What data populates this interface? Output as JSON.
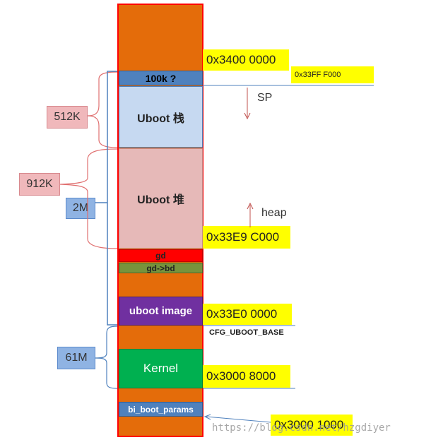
{
  "blocks": {
    "top_label": "100k ?",
    "stack_label": "Uboot 栈",
    "heap_label": "Uboot 堆",
    "gd_label": "gd",
    "gd_bd_label": "gd->bd",
    "uboot_image_label": "uboot image",
    "kernel_label": "Kernel",
    "bi_boot_params_label": "bi_boot_params"
  },
  "addresses": {
    "top": "0x3400 0000",
    "sub_top": "0x33FF F000",
    "heap_top": "0x33E9 C000",
    "uboot_base": "0x33E0 0000",
    "kernel": "0x3000 8000",
    "params": "0x3000 1000"
  },
  "annotations": {
    "sp": "SP",
    "heap": "heap",
    "cfg": "CFG_UBOOT_BASE",
    "watermark": "https://blog.csdn.net/hzgdiyer"
  },
  "sizes": {
    "k512": "512K",
    "k912": "912K",
    "m2": "2M",
    "m61": "61M"
  },
  "colors": {
    "orange": "#e46c0a",
    "red_border": "#ff0000",
    "steel_blue": "#4f81bd",
    "stack_blue": "#c6d9f1",
    "heap_pink": "#e6b9b8",
    "purple": "#7030a0",
    "green": "#00b050",
    "olive": "#77933c",
    "yellow": "#ffff00"
  }
}
